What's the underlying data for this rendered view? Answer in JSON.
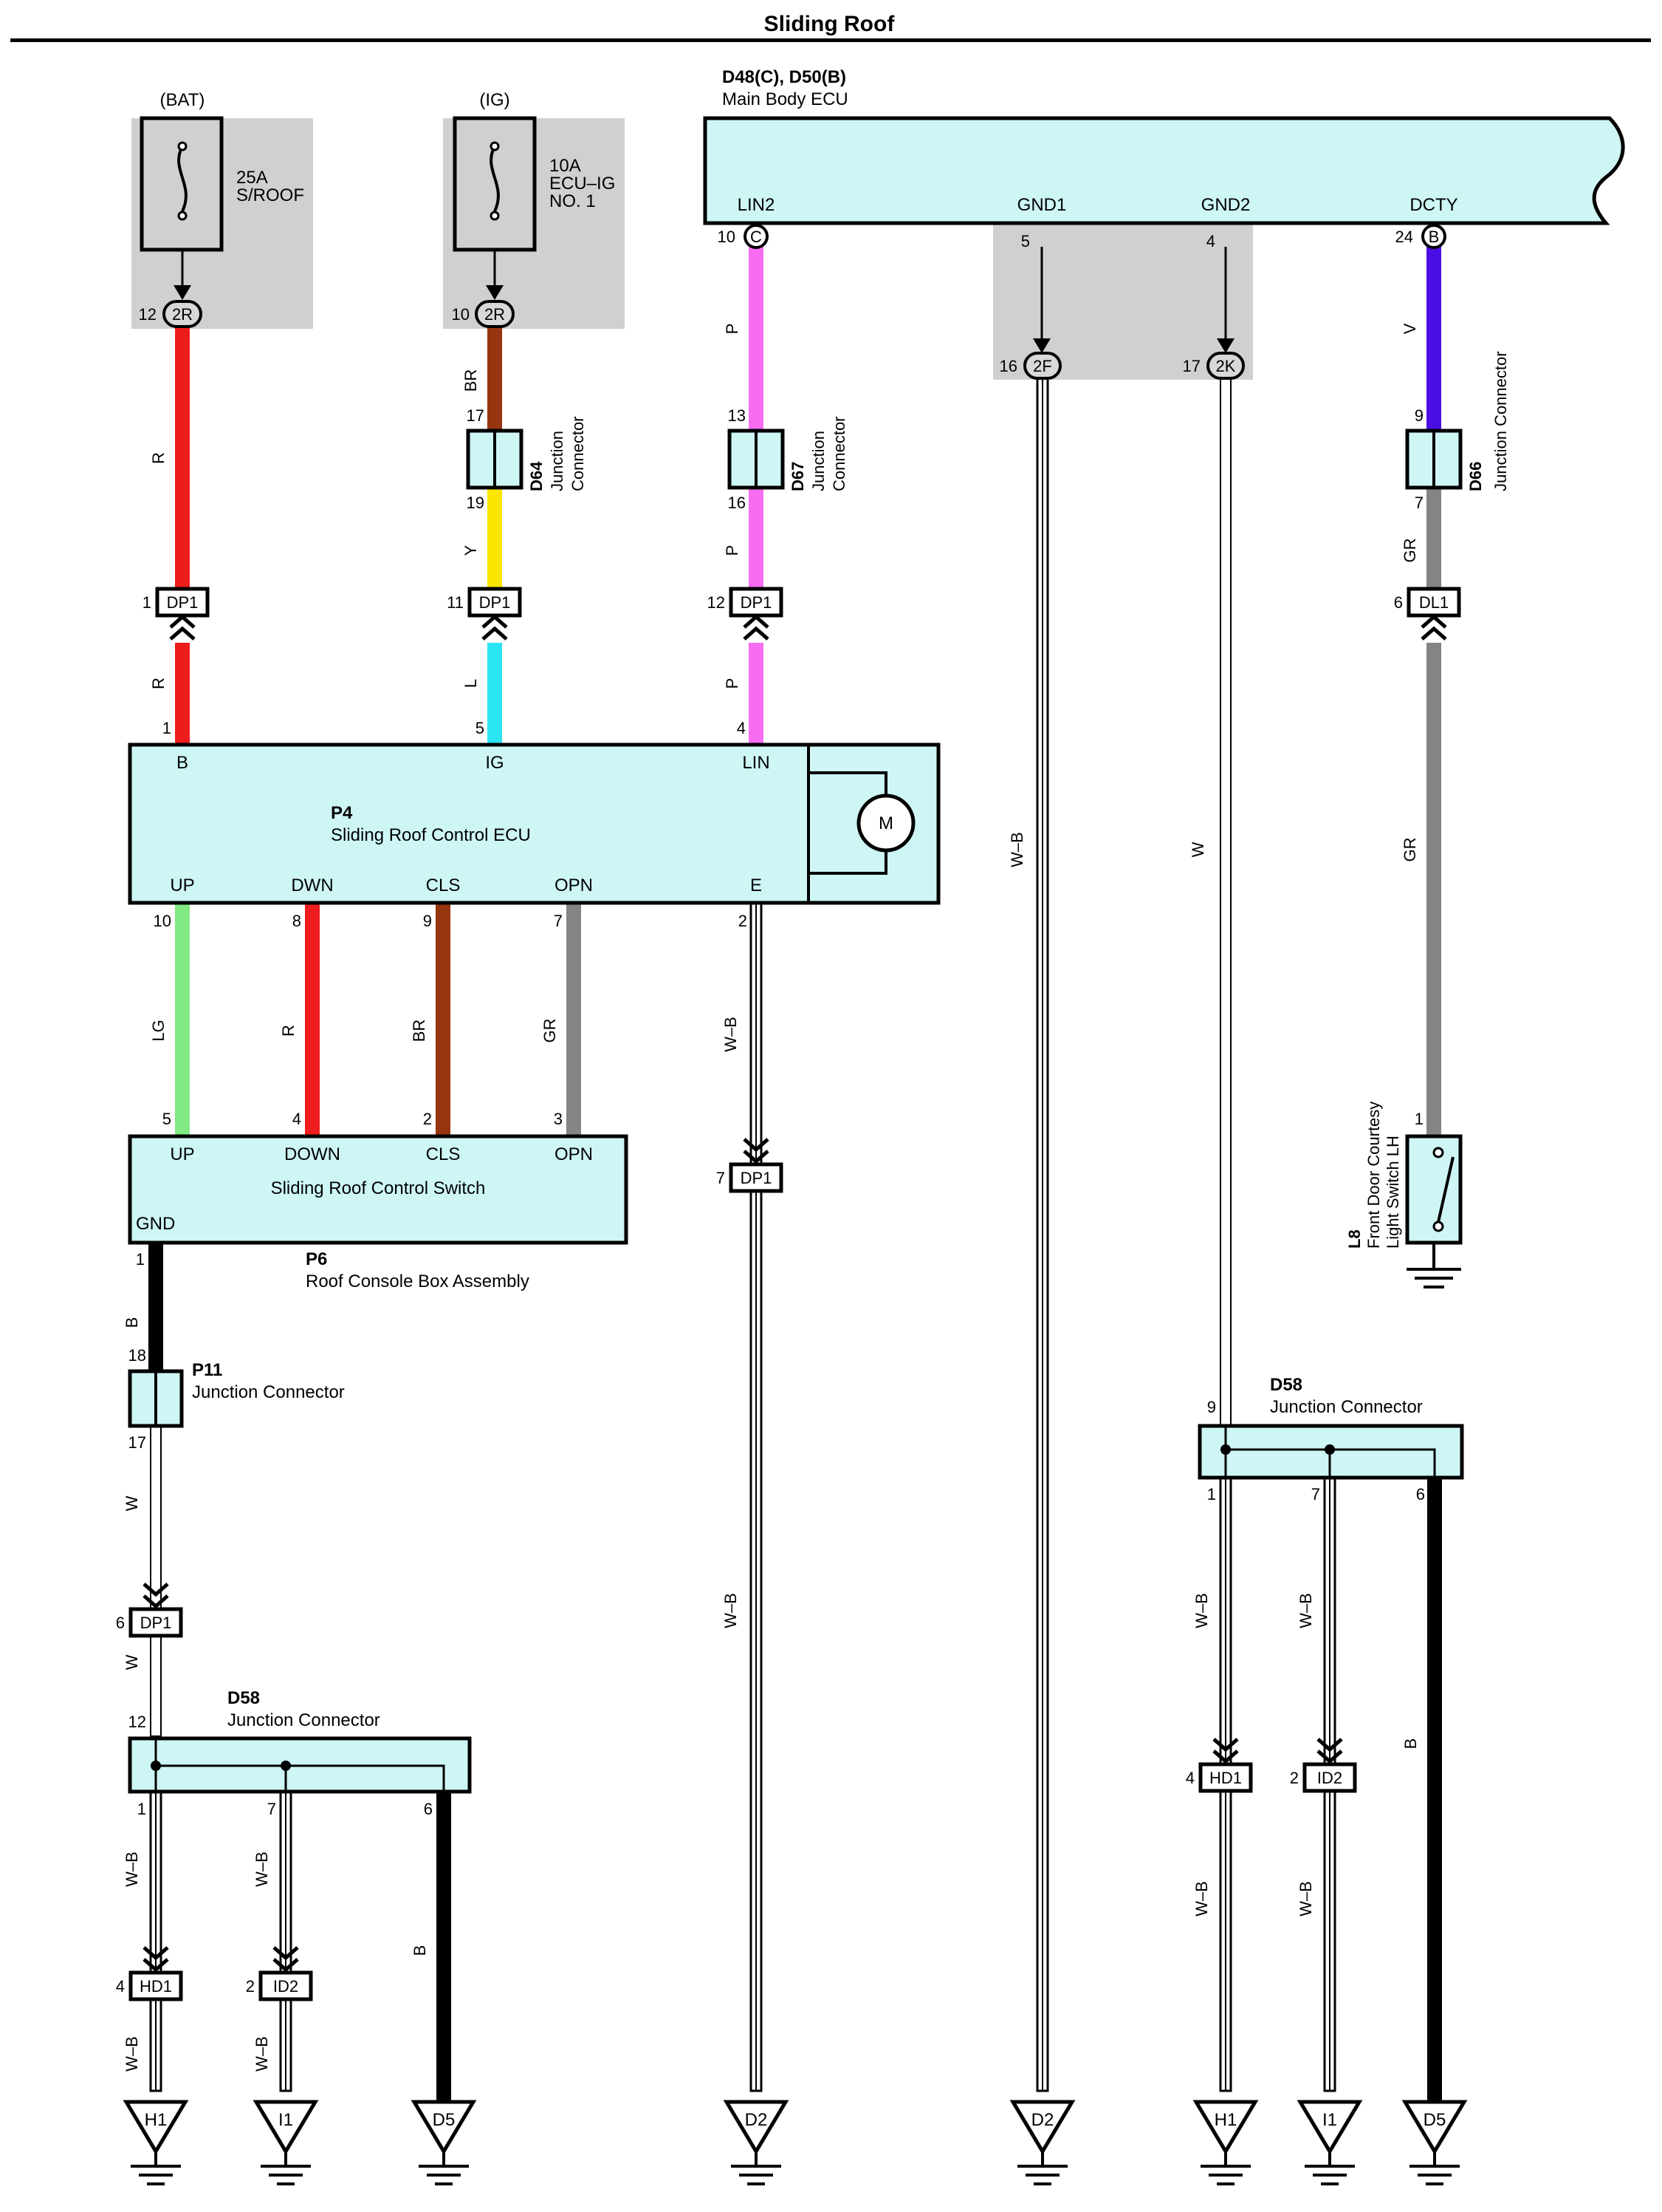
{
  "title": "Sliding Roof",
  "colors": {
    "red": "#ee1c1c",
    "brown": "#96350f",
    "yellow": "#fae600",
    "cyan": "#2be6f2",
    "pink": "#f76cf0",
    "violet": "#4a0de3",
    "gray": "#848484",
    "lgreen": "#82ea82",
    "black": "#000000",
    "box": "#cdf6f5",
    "shade": "#d0d0d0"
  },
  "fuses": {
    "bat": {
      "source": "(BAT)",
      "line1": "25A",
      "line2": "S/ROOF",
      "line3": "",
      "conn": "2R",
      "pin": "12"
    },
    "ig": {
      "source": "(IG)",
      "line1": "10A",
      "line2": "ECU–IG",
      "line3": "NO. 1",
      "conn": "2R",
      "pin": "10"
    }
  },
  "ecu": {
    "code": "D48(C), D50(B)",
    "name": "Main Body ECU",
    "terminals": [
      {
        "label": "LIN2",
        "pin": "10",
        "conn": "C"
      },
      {
        "label": "GND1",
        "pin": "5",
        "conn": ""
      },
      {
        "label": "GND2",
        "pin": "4",
        "conn": ""
      },
      {
        "label": "DCTY",
        "pin": "24",
        "conn": "B"
      }
    ],
    "gnd_conns": [
      {
        "pin": "16",
        "conn": "2F"
      },
      {
        "pin": "17",
        "conn": "2K"
      }
    ]
  },
  "junctions": {
    "d64": {
      "code": "D64",
      "name": "Junction",
      "name2": "Connector",
      "pin_in": "17",
      "pin_out": "19"
    },
    "d67": {
      "code": "D67",
      "name": "Junction",
      "name2": "Connector",
      "pin_in": "13",
      "pin_out": "16"
    },
    "d66": {
      "code": "D66",
      "name": "Junction Connector",
      "pin_in": "9",
      "pin_out": "7"
    },
    "p11": {
      "code": "P11",
      "name": "Junction Connector",
      "pin_in": "18",
      "pin_out": "17"
    },
    "d58l": {
      "code": "D58",
      "name": "Junction Connector",
      "pin_in": "12",
      "pins_out": [
        "1",
        "7",
        "6"
      ]
    },
    "d58r": {
      "code": "D58",
      "name": "Junction Connector",
      "pin_in": "9",
      "pins_out": [
        "1",
        "7",
        "6"
      ]
    }
  },
  "inline": {
    "dp1_a": {
      "label": "DP1",
      "pin": "1"
    },
    "dp1_b": {
      "label": "DP1",
      "pin": "11"
    },
    "dp1_c": {
      "label": "DP1",
      "pin": "12"
    },
    "dl1": {
      "label": "DL1",
      "pin": "6"
    },
    "dp1_d": {
      "label": "DP1",
      "pin": "7"
    },
    "dp1_e": {
      "label": "DP1",
      "pin": "6"
    },
    "hd1_l": {
      "label": "HD1",
      "pin": "4"
    },
    "id2_l": {
      "label": "ID2",
      "pin": "2"
    },
    "hd1_r": {
      "label": "HD1",
      "pin": "4"
    },
    "id2_r": {
      "label": "ID2",
      "pin": "2"
    }
  },
  "p4": {
    "code": "P4",
    "name": "Sliding Roof Control ECU",
    "motor": "M",
    "top": [
      {
        "label": "B",
        "pin": "1"
      },
      {
        "label": "IG",
        "pin": "5"
      },
      {
        "label": "LIN",
        "pin": "4"
      }
    ],
    "bottom": [
      {
        "label": "UP",
        "pin": "10"
      },
      {
        "label": "DWN",
        "pin": "8"
      },
      {
        "label": "CLS",
        "pin": "9"
      },
      {
        "label": "OPN",
        "pin": "7"
      },
      {
        "label": "E",
        "pin": "2"
      }
    ]
  },
  "p6": {
    "code": "P6",
    "name": "Roof Console Box Assembly",
    "inner": "Sliding Roof Control Switch",
    "gnd": "GND",
    "gnd_pin": "1",
    "top": [
      {
        "label": "UP",
        "pin": "5"
      },
      {
        "label": "DOWN",
        "pin": "4"
      },
      {
        "label": "CLS",
        "pin": "2"
      },
      {
        "label": "OPN",
        "pin": "3"
      }
    ]
  },
  "l8": {
    "code": "L8",
    "name": "Front Door Courtesy",
    "name2": "Light Switch LH",
    "pin": "1"
  },
  "wire_labels": {
    "bat_top": "R",
    "bat_bot": "R",
    "ig_top": "BR",
    "ig_mid": "Y",
    "ig_bot": "L",
    "lin_top": "P",
    "lin_mid": "P",
    "lin_bot": "P",
    "dcty_top": "V",
    "dcty_mid": "GR",
    "dcty_bot": "GR",
    "gnd1": "W–B",
    "gnd2": "W",
    "up": "LG",
    "dwn": "R",
    "cls": "BR",
    "opn": "GR",
    "e_top": "W–B",
    "e_bot": "W–B",
    "gnd_p6": "B",
    "p11_out": "W",
    "dp1e_out": "W",
    "l_hd1_top": "W–B",
    "l_id2_top": "W–B",
    "l_b": "B",
    "l_hd1_bot": "W–B",
    "l_id2_bot": "W–B",
    "r_hd1_top": "W–B",
    "r_id2_top": "W–B",
    "r_b": "B",
    "r_hd1_bot": "W–B",
    "r_id2_bot": "W–B"
  },
  "grounds": [
    "H1",
    "I1",
    "D5",
    "D2",
    "D2",
    "H1",
    "I1",
    "D5"
  ]
}
